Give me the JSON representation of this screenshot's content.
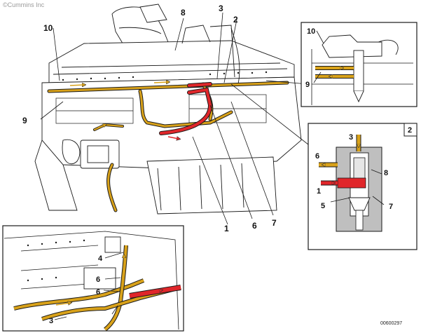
{
  "copyright": "©Cummins Inc",
  "part_id": "00600297",
  "callouts": {
    "c1": "1",
    "c2": "2",
    "c3": "3",
    "c6": "6",
    "c7": "7",
    "c8": "8",
    "c9": "9",
    "c10": "10"
  },
  "inset_top": {
    "tag_10": "10",
    "tag_9": "9"
  },
  "inset_valve": {
    "panel_number": "2",
    "tag_3": "3",
    "tag_6": "6",
    "tag_8": "8",
    "tag_1": "1",
    "tag_5": "5",
    "tag_7": "7"
  },
  "inset_bottom": {
    "tag_4": "4",
    "tag_6a": "6",
    "tag_6b": "6",
    "tag_3": "3"
  },
  "colors": {
    "supply_fuel": "#d9a21a",
    "pressurized_fuel": "#e0262a",
    "line_art": "#1a1a1a"
  }
}
